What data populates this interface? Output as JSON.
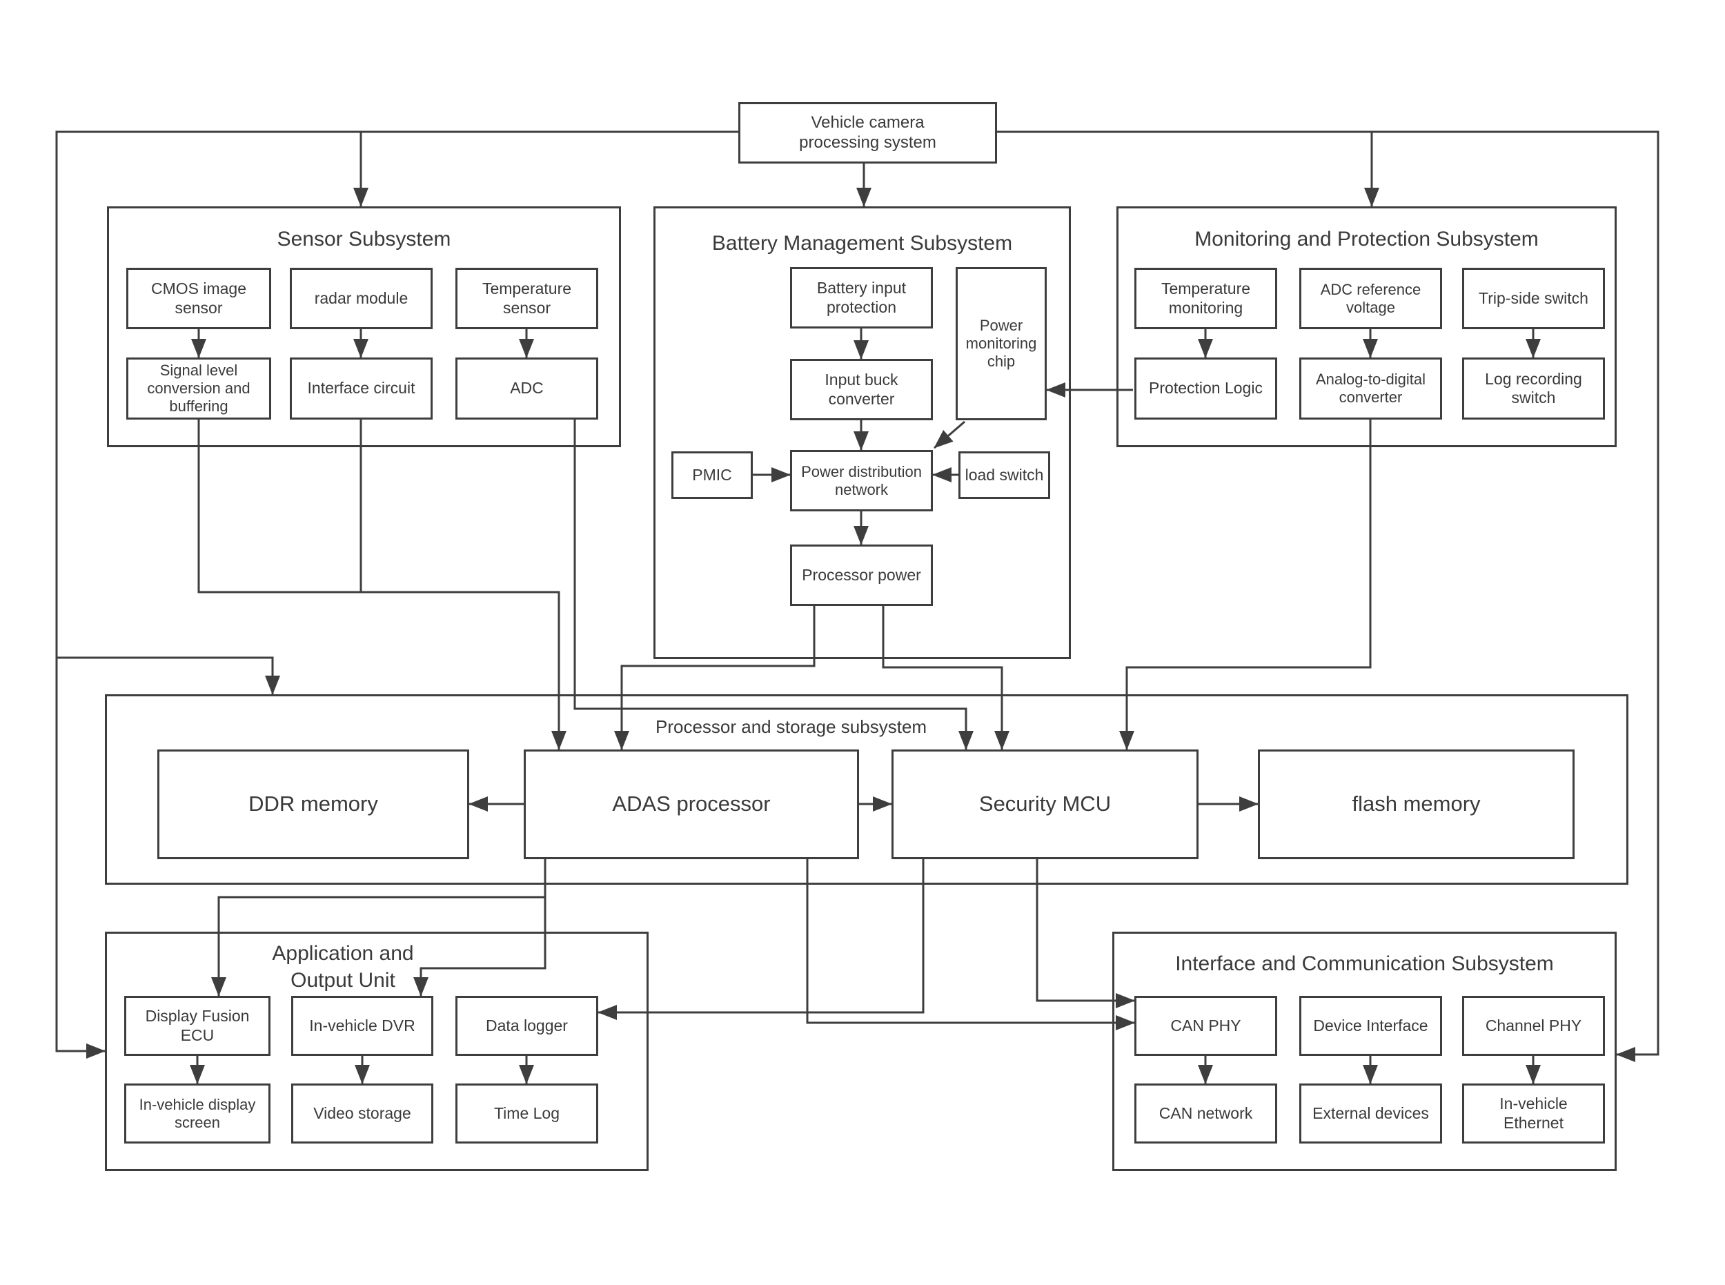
{
  "root": {
    "label": "Vehicle camera processing system"
  },
  "sensor": {
    "title": "Sensor Subsystem",
    "cmos": "CMOS image sensor",
    "radar": "radar module",
    "temperature": "Temperature sensor",
    "signal": "Signal level conversion and buffering",
    "interface_circuit": "Interface circuit",
    "adc": "ADC"
  },
  "battery": {
    "title": "Battery Management Subsystem",
    "input_protection": "Battery input protection",
    "monitoring_chip": "Power monitoring chip",
    "buck_converter": "Input buck converter",
    "pmic": "PMIC",
    "distribution": "Power distribution network",
    "load_switch": "load switch",
    "processor_power": "Processor power"
  },
  "monitoring": {
    "title": "Monitoring and Protection Subsystem",
    "temperature_monitoring": "Temperature monitoring",
    "adc_reference": "ADC reference voltage",
    "trip_side": "Trip-side switch",
    "protection_logic": "Protection Logic",
    "analog_to_digital": "Analog-to-digital converter",
    "log_recording": "Log recording switch"
  },
  "processor": {
    "title": "Processor and storage subsystem",
    "ddr": "DDR memory",
    "adas": "ADAS processor",
    "mcu": "Security MCU",
    "flash": "flash memory"
  },
  "application": {
    "title": "Application and Output Unit",
    "ecu": "Display Fusion ECU",
    "dvr": "In-vehicle DVR",
    "logger": "Data logger",
    "screen": "In-vehicle display screen",
    "video": "Video storage",
    "timelog": "Time Log"
  },
  "comm": {
    "title": "Interface and Communication Subsystem",
    "can_phy": "CAN PHY",
    "device_interface": "Device Interface",
    "channel_phy": "Channel PHY",
    "can_network": "CAN network",
    "external_devices": "External devices",
    "ethernet": "In-vehicle Ethernet"
  },
  "colors": {
    "line": "#3e3e3e",
    "box_border": "#3e3e3e",
    "text": "#3a3a3a",
    "background": "#ffffff"
  },
  "edges": [
    {
      "from": "Vehicle camera processing system",
      "to": "Sensor Subsystem"
    },
    {
      "from": "Vehicle camera processing system",
      "to": "Battery Management Subsystem"
    },
    {
      "from": "Vehicle camera processing system",
      "to": "Monitoring and Protection Subsystem"
    },
    {
      "from": "Vehicle camera processing system",
      "to": "Processor and storage subsystem"
    },
    {
      "from": "Vehicle camera processing system",
      "to": "Application and Output Unit"
    },
    {
      "from": "Vehicle camera processing system",
      "to": "Interface and Communication Subsystem"
    },
    {
      "from": "CMOS image sensor",
      "to": "Signal level conversion and buffering"
    },
    {
      "from": "radar module",
      "to": "Interface circuit"
    },
    {
      "from": "Temperature sensor",
      "to": "ADC"
    },
    {
      "from": "Signal level conversion and buffering",
      "to": "ADAS processor"
    },
    {
      "from": "Interface circuit",
      "to": "ADAS processor"
    },
    {
      "from": "ADC",
      "to": "Security MCU"
    },
    {
      "from": "Battery input protection",
      "to": "Input buck converter"
    },
    {
      "from": "Input buck converter",
      "to": "Power distribution network"
    },
    {
      "from": "PMIC",
      "to": "Power distribution network"
    },
    {
      "from": "load switch",
      "to": "Power distribution network"
    },
    {
      "from": "Power monitoring chip",
      "to": "Power distribution network"
    },
    {
      "from": "Protection Logic",
      "to": "Power monitoring chip"
    },
    {
      "from": "Power distribution network",
      "to": "Processor power"
    },
    {
      "from": "Processor power",
      "to": "ADAS processor"
    },
    {
      "from": "Processor power",
      "to": "Security MCU"
    },
    {
      "from": "Temperature monitoring",
      "to": "Protection Logic"
    },
    {
      "from": "ADC reference voltage",
      "to": "Analog-to-digital converter"
    },
    {
      "from": "Trip-side switch",
      "to": "Log recording switch"
    },
    {
      "from": "Analog-to-digital converter",
      "to": "Security MCU"
    },
    {
      "from": "ADAS processor",
      "to": "DDR memory"
    },
    {
      "from": "ADAS processor",
      "to": "Security MCU"
    },
    {
      "from": "Security MCU",
      "to": "flash memory"
    },
    {
      "from": "ADAS processor",
      "to": "Display Fusion ECU"
    },
    {
      "from": "ADAS processor",
      "to": "In-vehicle DVR"
    },
    {
      "from": "ADAS processor",
      "to": "CAN PHY"
    },
    {
      "from": "Security MCU",
      "to": "Data logger"
    },
    {
      "from": "Security MCU",
      "to": "CAN PHY"
    },
    {
      "from": "Display Fusion ECU",
      "to": "In-vehicle display screen"
    },
    {
      "from": "In-vehicle DVR",
      "to": "Video storage"
    },
    {
      "from": "Data logger",
      "to": "Time Log"
    },
    {
      "from": "CAN PHY",
      "to": "CAN network"
    },
    {
      "from": "Device Interface",
      "to": "External devices"
    },
    {
      "from": "Channel PHY",
      "to": "In-vehicle Ethernet"
    }
  ]
}
